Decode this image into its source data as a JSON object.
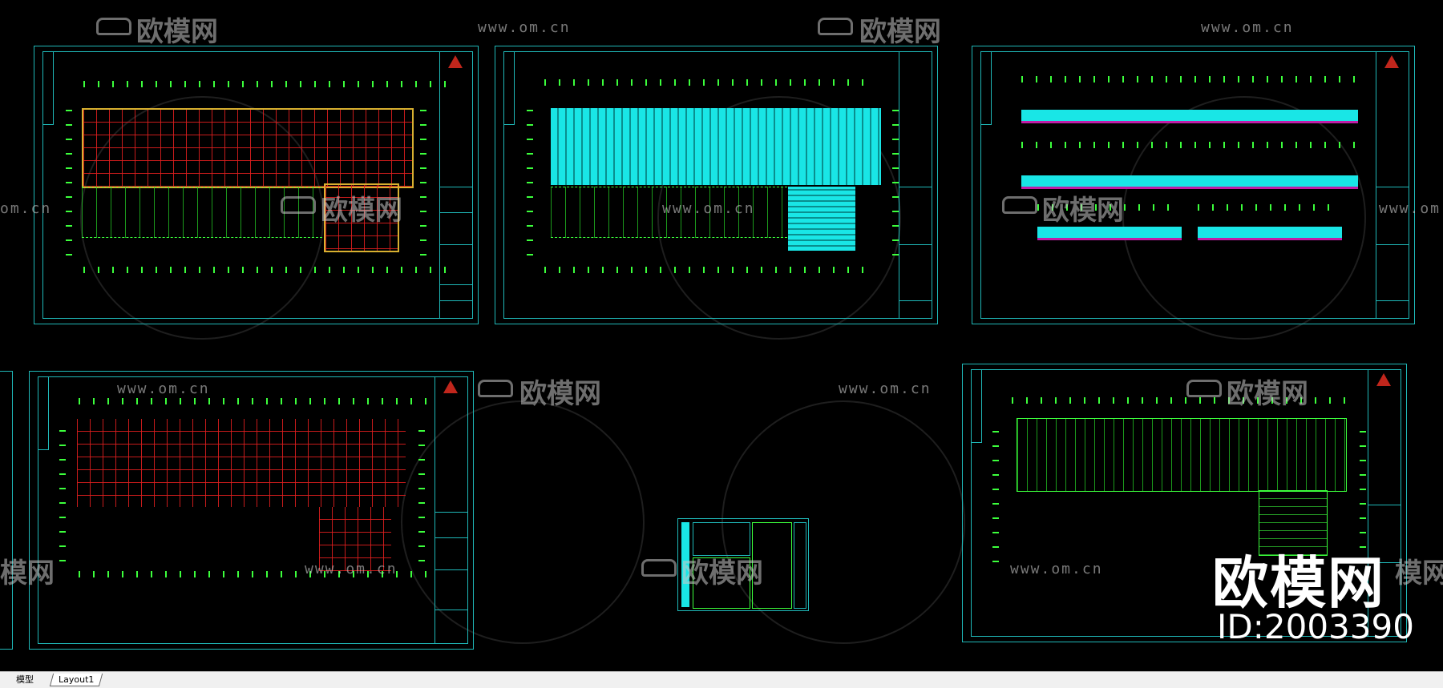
{
  "app": {
    "tabs": [
      {
        "label": "模型",
        "active": true
      },
      {
        "label": "Layout1",
        "active": false
      }
    ]
  },
  "watermarks": {
    "brand": "欧模网",
    "url": "www.om.cn",
    "url_partial": "om.cn",
    "brand_partial": "模网"
  },
  "overlay": {
    "brand": "欧模网",
    "id_label": "ID:2003390"
  },
  "sheets": [
    {
      "name": "sheet-top-left"
    },
    {
      "name": "sheet-top-middle"
    },
    {
      "name": "sheet-top-right"
    },
    {
      "name": "sheet-bottom-left"
    },
    {
      "name": "sheet-detail"
    },
    {
      "name": "sheet-bottom-right"
    }
  ],
  "colors": {
    "background": "#000000",
    "frame": "#1fb8b8",
    "grid_red": "#dc1e1e",
    "dim_green": "#3cff3c",
    "fill_cyan": "#19e6e6",
    "elev_magenta": "#c01ea6",
    "logo_red": "#c0261c",
    "tabbar": "#f0f0f0"
  }
}
